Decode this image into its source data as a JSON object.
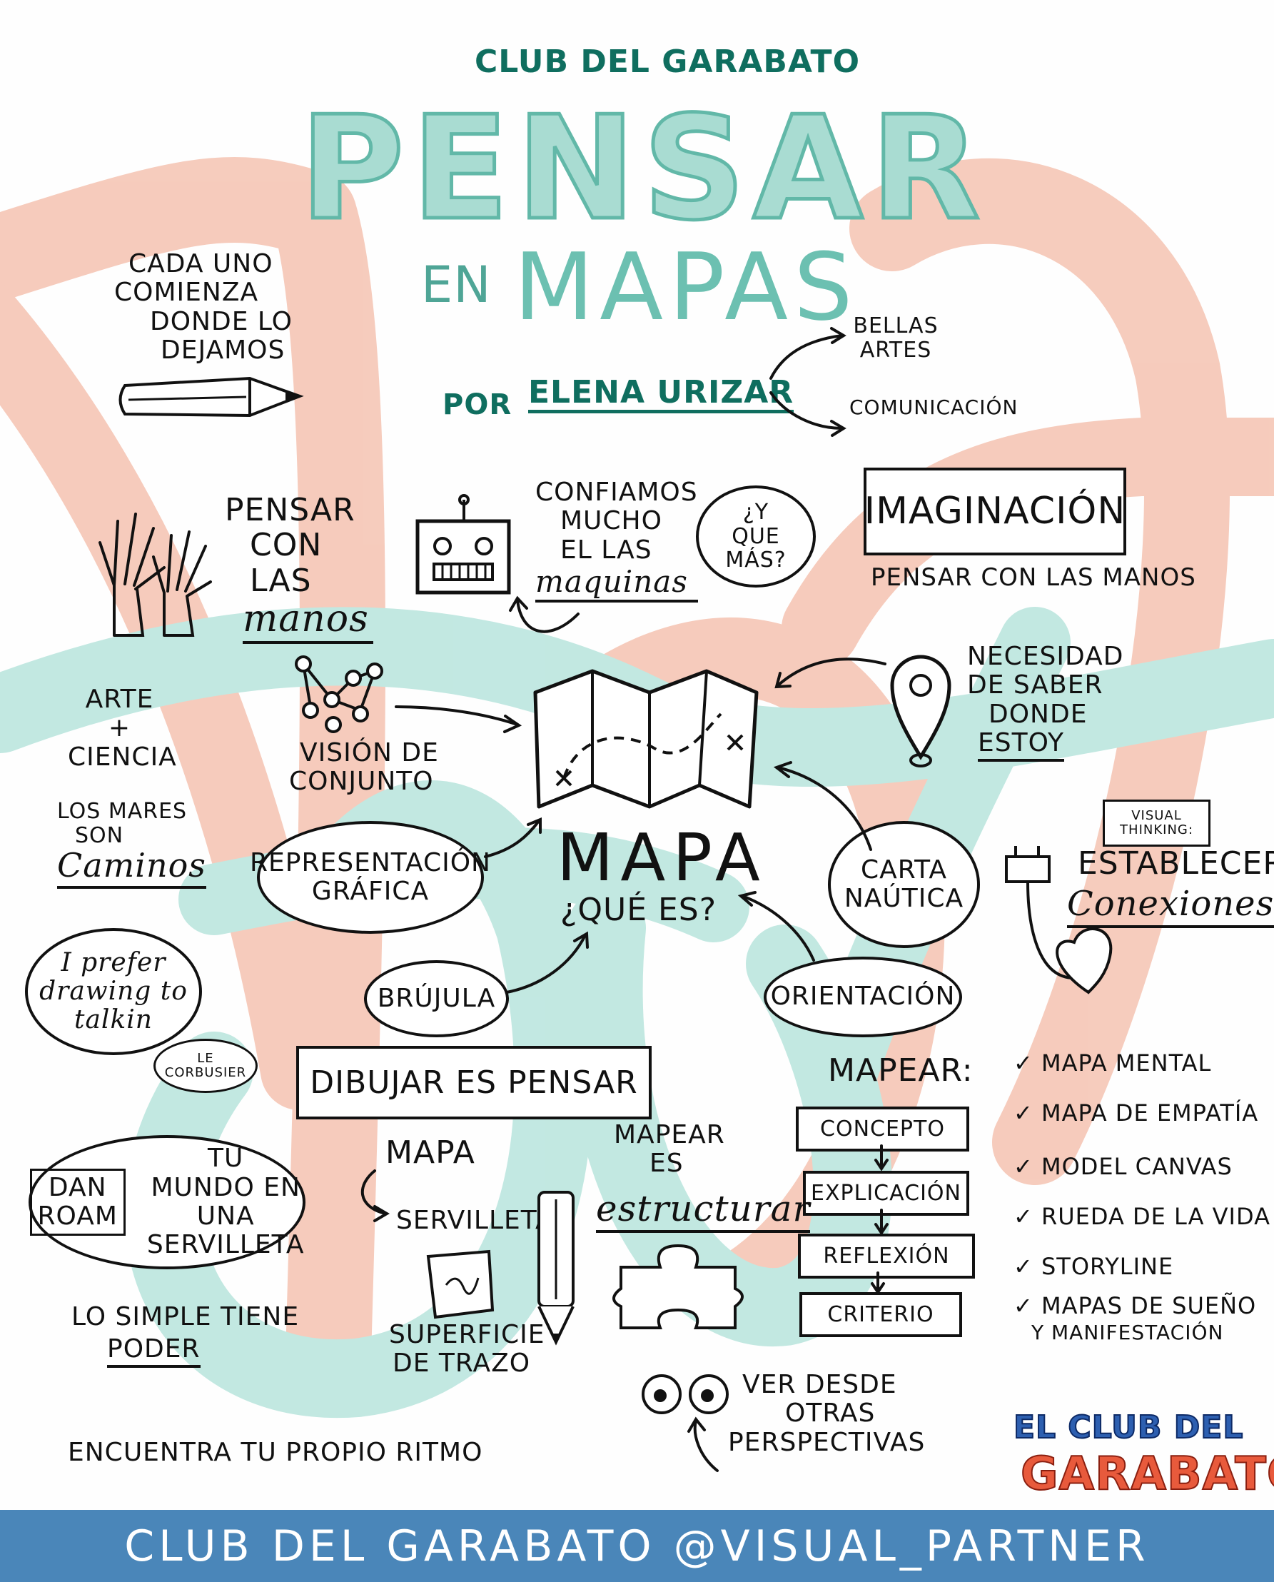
{
  "header": {
    "club": "CLUB DEL GARABATO",
    "title_main": "PENSAR",
    "title_en": "EN",
    "title_mapas": "MAPAS",
    "por": "POR",
    "author": "ELENA URIZAR",
    "author_tags": [
      "BELLAS ARTES",
      "COMUNICACIÓN"
    ]
  },
  "notes": {
    "cada_uno": [
      "CADA UNO",
      "COMIENZA",
      "DONDE LO",
      "DEJAMOS"
    ],
    "pensar_manos": [
      "PENSAR",
      "CON",
      "LAS"
    ],
    "manos": "manos",
    "confiamos": [
      "CONFIAMOS",
      "MUCHO",
      "EL LAS"
    ],
    "maquinas": "maquinas",
    "y_que_mas": [
      "¿Y",
      "QUE",
      "MÁS?"
    ],
    "imaginacion": "IMAGINACIÓN",
    "pensar_con_las_manos": "PENSAR CON LAS MANOS",
    "arte_ciencia": [
      "ARTE",
      "+",
      "CIENCIA"
    ],
    "vision": [
      "VISIÓN DE",
      "CONJUNTO"
    ],
    "necesidad": [
      "NECESIDAD",
      "DE SABER",
      "DONDE",
      "ESTOY"
    ],
    "mares": [
      "LOS MARES",
      "SON"
    ],
    "caminos": "Caminos",
    "representacion": [
      "REPRESENTACIÓN",
      "GRÁFICA"
    ],
    "mapa": "MAPA",
    "que_es": "¿QUÉ  ES?",
    "carta": [
      "CARTA",
      "NAÚTICA"
    ],
    "visual_thinking": [
      "VISUAL",
      "THINKING:"
    ],
    "establecer": "ESTABLECER",
    "conexiones": "Conexiones",
    "quote": [
      "I prefer",
      "drawing to",
      "talkin"
    ],
    "le_corbusier": [
      "LE",
      "CORBUSIER"
    ],
    "brujula": "BRÚJULA",
    "orientacion": "ORIENTACIÓN",
    "dibujar": "DIBUJAR ES PENSAR",
    "mapear_label": "MAPEAR:",
    "steps": [
      "CONCEPTO",
      "EXPLICACIÓN",
      "REFLEXIÓN",
      "CRITERIO"
    ],
    "checklist": [
      "MAPA MENTAL",
      "MAPA DE EMPATÍA",
      "MODEL CANVAS",
      "RUEDA DE LA VIDA",
      "STORYLINE",
      "MAPAS DE SUEÑO",
      "Y MANIFESTACIÓN"
    ],
    "dan_roam": [
      "DAN",
      "ROAM"
    ],
    "tu_mundo": [
      "TU",
      "MUNDO EN",
      "UNA",
      "SERVILLETA"
    ],
    "mapa_small": "MAPA",
    "servilleta": "SERVILLETA",
    "mapear_es": [
      "MAPEAR",
      "ES"
    ],
    "estructurar": "estructurar",
    "simple": [
      "LO SIMPLE TIENE",
      "PODER"
    ],
    "superficie": [
      "SUPERFICIE",
      "DE TRAZO"
    ],
    "ver_desde": [
      "VER DESDE",
      "OTRAS",
      "PERSPECTIVAS"
    ],
    "encuentra": "ENCUENTRA TU propio ritmo"
  },
  "logo": {
    "line1": "EL CLUB DEL",
    "line2": "GARABATO"
  },
  "footer": {
    "text": "CLUB DEL GARABATO @VISUAL_PARTNER"
  },
  "colors": {
    "salmon": "#f6c9b9",
    "mint": "#bfe7e0",
    "title_teal": "#62b8a8",
    "dark_teal": "#0f6e5f",
    "footer_blue": "#4a86b9"
  }
}
